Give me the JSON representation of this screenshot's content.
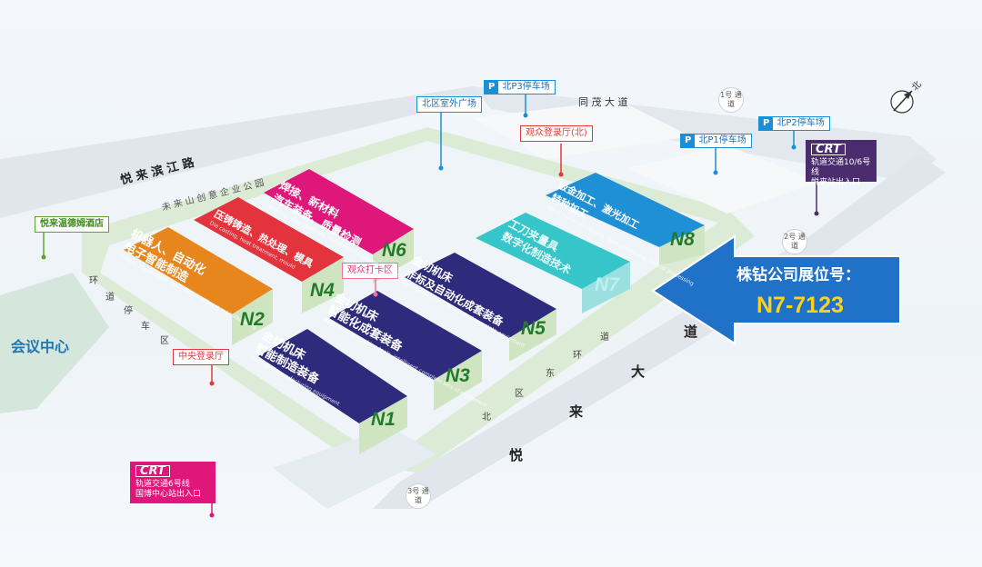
{
  "roads": {
    "north_road": "悦 来 滨 江 路",
    "park_road": "未 来 山 创 意 企 业 公 园",
    "tongmao": "同 茂 大 道",
    "yuelai_avenue": [
      "道",
      "大",
      "来",
      "悦"
    ],
    "ring_north_east": [
      "道",
      "环",
      "东",
      "区",
      "北"
    ],
    "ring_west": [
      "环",
      "道",
      "停",
      "车",
      "区"
    ]
  },
  "gates": {
    "gate1": "1号 通道",
    "gate2": "2号 通道",
    "gate3": "3号 通道"
  },
  "parking": {
    "p3": "北P3停车场",
    "p2": "北P2停车场",
    "p1": "北P1停车场",
    "p_symbol": "P"
  },
  "labels": {
    "north_plaza": "北区室外广场",
    "north_hall": "观众登录厅(北)",
    "checkin_area": "观众打卡区",
    "central_hall": "中央登录厅",
    "hotel": "悦来温德姆酒店",
    "conference": "会议中心"
  },
  "metro": {
    "logo": "CRT",
    "line10": [
      "轨道交通10/6号线",
      "悦来站出入口"
    ],
    "line6": [
      "轨道交通6号线",
      "国博中心站出入口"
    ]
  },
  "compass": "北",
  "halls": [
    {
      "id": "N1",
      "lines": [
        "金切机床",
        "智能制造装备"
      ],
      "en": "Intelligent manufacturing equipment",
      "color": "#2e2a7c"
    },
    {
      "id": "N2",
      "lines": [
        "机器人、自动化",
        "电子智能制造"
      ],
      "en": "Robots, automation, electronic intelligent manufacturing",
      "color": "#e8861e"
    },
    {
      "id": "N3",
      "lines": [
        "金切机床",
        "智能化成套装备"
      ],
      "en": "Metal cutting machine tools, intelligent complete sets of equipment",
      "color": "#2e2a7c"
    },
    {
      "id": "N4",
      "lines": [
        "压铸铸造、热处理、模具"
      ],
      "en": "Die casting, heat treatment, mould",
      "color": "#e3333d"
    },
    {
      "id": "N5",
      "lines": [
        "金切机床",
        "非标及自动化成套装备"
      ],
      "en": "Non-standard and automated complete equipment",
      "color": "#2e2a7c"
    },
    {
      "id": "N6",
      "lines": [
        "焊接、新材料",
        "汽车装备、质量检测"
      ],
      "en": "Welding, new materials, automotive equipment, inspection",
      "color": "#e0177a"
    },
    {
      "id": "N7",
      "lines": [
        "工刀夹量具",
        "数字化制造技术"
      ],
      "en": "",
      "color": "#36c6c9"
    },
    {
      "id": "N8",
      "lines": [
        "钣金加工、激光加工",
        "特种加工"
      ],
      "en": "Sheet metal processing, laser processing, special processing",
      "color": "#1f8fd6"
    }
  ],
  "booth": {
    "label": "株钻公司展位号：",
    "number": "N7-7123"
  },
  "colors": {
    "accent_blue": "#1f72c8",
    "booth_yellow": "#ffd21a",
    "hall_number_green": "#237a2a",
    "metro_purple": "#4a2c6f",
    "metro_magenta": "#e0177a"
  }
}
